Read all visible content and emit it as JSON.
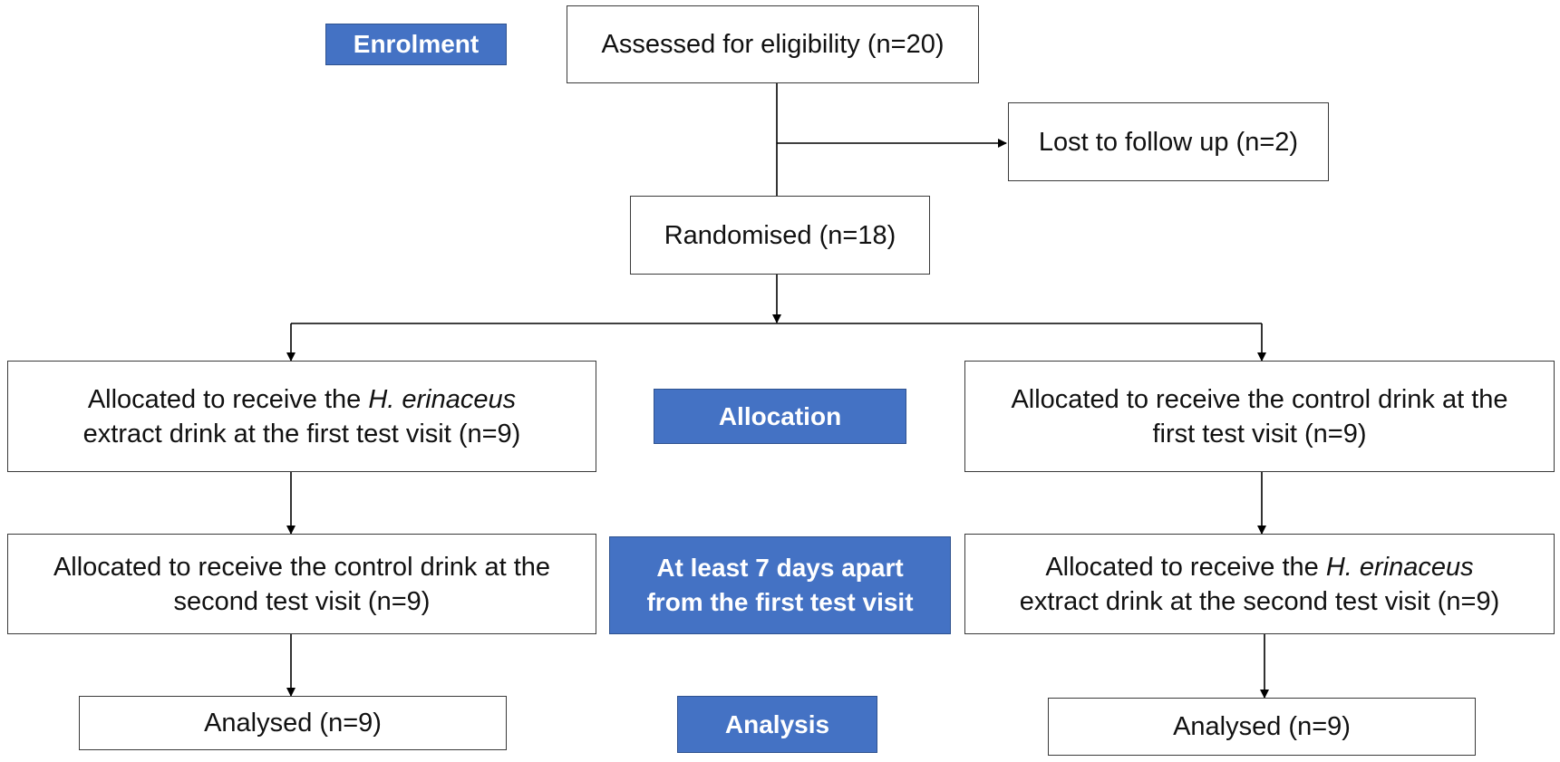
{
  "stages": {
    "enrolment": "Enrolment",
    "allocation": "Allocation",
    "interval_line1": "At least 7 days apart",
    "interval_line2": "from the first test visit",
    "analysis": "Analysis"
  },
  "boxes": {
    "assessed": "Assessed for eligibility (n=20)",
    "lost": "Lost to follow up (n=2)",
    "randomised": "Randomised (n=18)",
    "left_first": {
      "prefix": "Allocated to receive the ",
      "species": "H. erinaceus",
      "suffix": "extract drink at the first test visit (n=9)"
    },
    "right_first": {
      "line1": "Allocated to receive the control drink at the",
      "line2": "first test visit (n=9)"
    },
    "left_second": {
      "line1": "Allocated to receive the control drink at the",
      "line2": "second test visit (n=9)"
    },
    "right_second": {
      "prefix": "Allocated to receive the ",
      "species": "H. erinaceus",
      "suffix": "extract drink at the second test visit (n=9)"
    },
    "left_analysed": "Analysed (n=9)",
    "right_analysed": "Analysed (n=9)"
  },
  "colors": {
    "stage_fill": "#4472c4",
    "stage_border": "#2f528f",
    "line": "#000000"
  }
}
